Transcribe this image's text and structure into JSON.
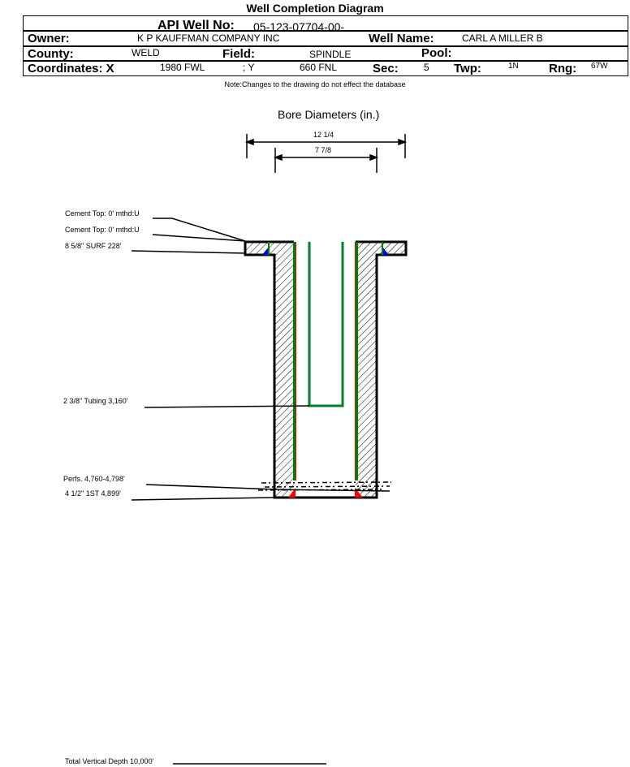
{
  "title": "Well Completion Diagram",
  "header": {
    "api_label": "API Well No:",
    "api_value": "05-123-07704-00-",
    "owner_label": "Owner:",
    "owner_value": "K P KAUFFMAN COMPANY INC",
    "well_name_label": "Well Name:",
    "well_name_value": "CARL A MILLER  B",
    "county_label": "County:",
    "county_value": "WELD",
    "field_label": "Field:",
    "field_value": "SPINDLE",
    "pool_label": "Pool:",
    "coords_label": "Coordinates: X",
    "x_value": "1980 FWL",
    "y_label": "; Y",
    "y_value": "660 FNL",
    "sec_label": "Sec:",
    "sec_value": "5",
    "twp_label": "Twp:",
    "twp_value": "1N",
    "rng_label": "Rng:",
    "rng_value": "67W"
  },
  "note": "Note:Changes to the drawing do not effect the database",
  "bore": {
    "title": "Bore Diameters (in.)",
    "outer": "12 1/4",
    "inner": "7 7/8"
  },
  "annotations": {
    "cement_top_1": "Cement Top: 0' mthd:U",
    "cement_top_2": "Cement Top: 0' mthd:U",
    "surface_casing": "8 5/8\" SURF 228'",
    "tubing": "2 3/8\" Tubing 3,160'",
    "perfs": "Perfs. 4,760-4,798'",
    "first_string": "4 1/2\" 1ST 4,899'",
    "tvd": "Total Vertical Depth 10,000'"
  },
  "colors": {
    "casing": "#008000",
    "tubing": "#008080",
    "cement": "#0000ff",
    "shoe": "#ff0000"
  }
}
